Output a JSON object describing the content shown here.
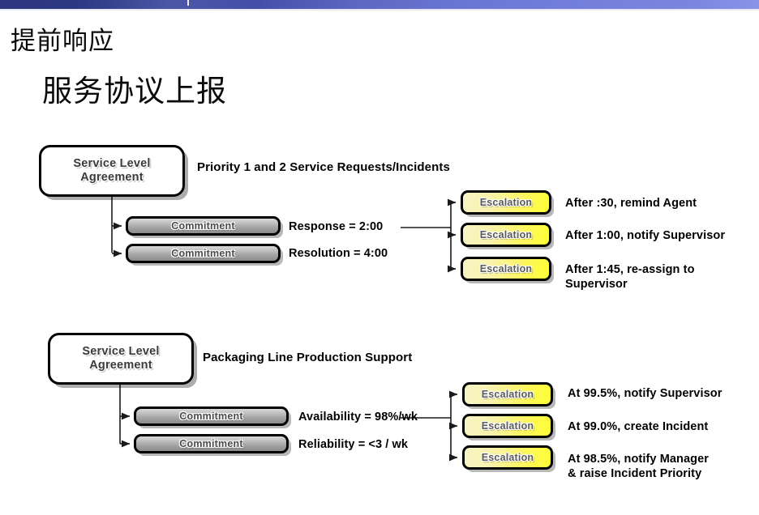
{
  "banner": {
    "accent_dark": "#3d4a9e",
    "accent_light": "#8a94e8"
  },
  "title": {
    "main": "提前响应",
    "sub": "服务协议上报"
  },
  "palette": {
    "sla_red": "#d7412c",
    "escalation_yellow": "#ffff33",
    "commitment_gray": "#a3a3a3",
    "line": "#000000"
  },
  "blocks": [
    {
      "id": "priority-incidents",
      "heading": "Priority 1 and 2 Service Requests/Incidents",
      "sla_label": "Service Level\nAgreement",
      "commitments": [
        {
          "box_label": "Commitment",
          "metric": "Response = 2:00"
        },
        {
          "box_label": "Commitment",
          "metric": "Resolution = 4:00"
        }
      ],
      "escalations": [
        {
          "box_label": "Escalation",
          "caption": "After :30, remind Agent"
        },
        {
          "box_label": "Escalation",
          "caption": "After 1:00, notify Supervisor"
        },
        {
          "box_label": "Escalation",
          "caption": "After 1:45, re-assign to\nSupervisor"
        }
      ]
    },
    {
      "id": "packaging-line",
      "heading": "Packaging Line Production Support",
      "sla_label": "Service Level\nAgreement",
      "commitments": [
        {
          "box_label": "Commitment",
          "metric": "Availability = 98%/wk"
        },
        {
          "box_label": "Commitment",
          "metric": "Reliability = <3 / wk"
        }
      ],
      "escalations": [
        {
          "box_label": "Escalation",
          "caption": "At 99.5%, notify Supervisor"
        },
        {
          "box_label": "Escalation",
          "caption": "At 99.0%, create Incident"
        },
        {
          "box_label": "Escalation",
          "caption": "At 98.5%,  notify Manager\n& raise Incident Priority"
        }
      ]
    }
  ]
}
